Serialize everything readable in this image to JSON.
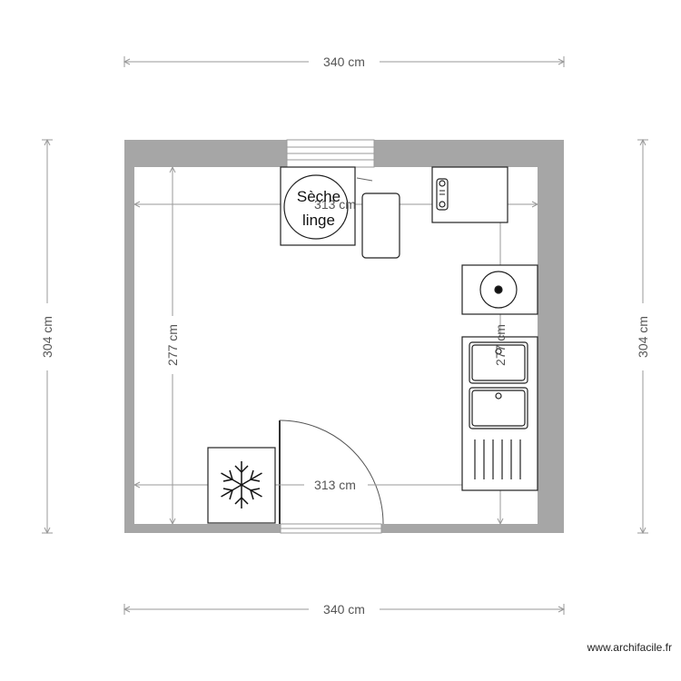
{
  "plan": {
    "dimensions": {
      "outer_width_top": "340 cm",
      "outer_width_bottom": "340 cm",
      "outer_height_left": "304 cm",
      "outer_height_right": "304 cm",
      "inner_width_upper": "313 cm",
      "inner_width_lower": "313 cm",
      "inner_height_left": "277 cm",
      "inner_height_right": "277 cm"
    },
    "fixtures": {
      "dryer_label_line1": "Sèche",
      "dryer_label_line2": "linge"
    },
    "colors": {
      "wall": "#a6a6a6",
      "dimension_line": "#9a9a9a",
      "fixture_stroke": "#222222"
    }
  },
  "credit": "www.archifacile.fr"
}
